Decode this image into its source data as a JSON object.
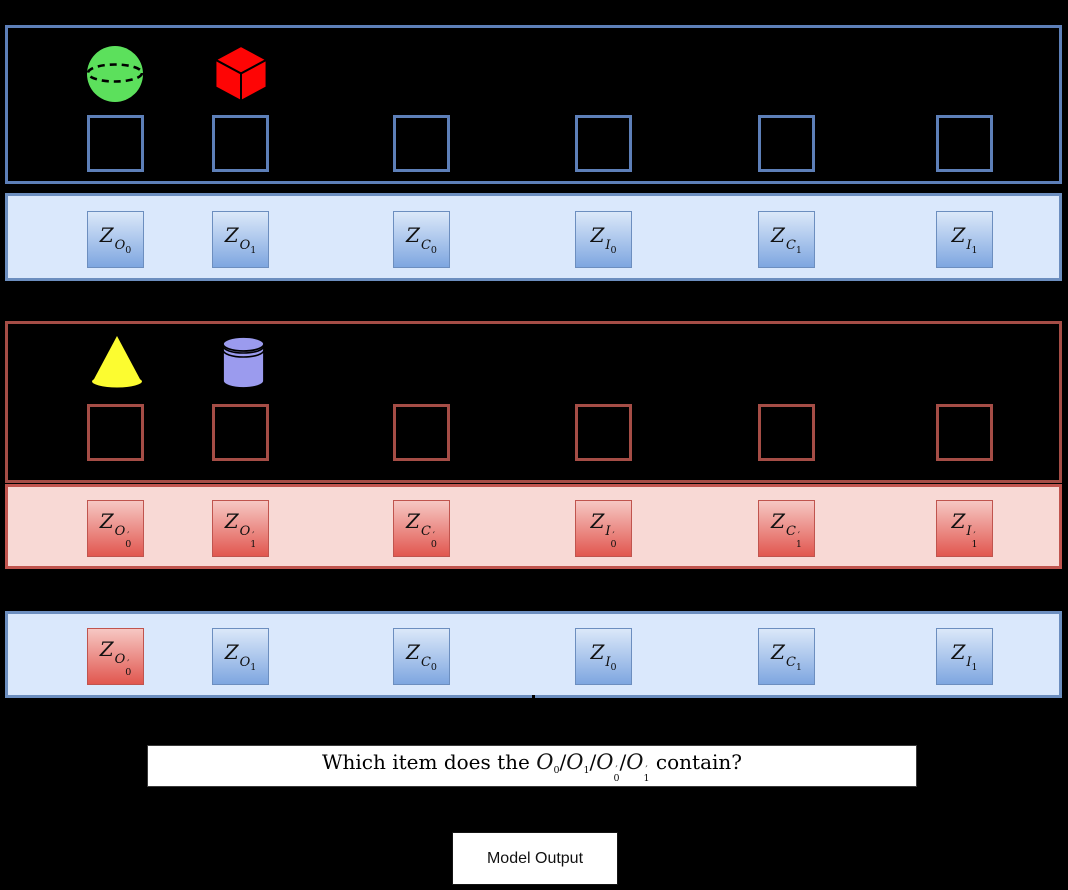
{
  "background": "#000000",
  "palette": {
    "blue_panel_stroke": "#5d7fb8",
    "blue_token_stroke": "#6c8ebf",
    "blue_row_fill": "#dae8fc",
    "blue_grad_top": "#dbe8f9",
    "blue_grad_bottom": "#7ea6e0",
    "red_panel_stroke": "#a54d46",
    "red_token_stroke": "#c0544e",
    "pink_row_fill": "#f8d9d5",
    "red_grad_top": "#f6c7c3",
    "red_grad_bottom": "#e1574f",
    "sphere_green": "#5ce05c",
    "cube_red": "#fe0505",
    "cone_yellow": "#fcfc30",
    "cylinder_purple": "#9b9bee",
    "outline_black": "#000000"
  },
  "scene_panels": [
    {
      "name": "original-scene",
      "theme": "blue",
      "objects": [
        {
          "shape": "sphere",
          "color_key": "sphere_green"
        },
        {
          "shape": "cube",
          "color_key": "cube_red"
        }
      ],
      "slot_count": 6
    },
    {
      "name": "modified-scene",
      "theme": "red",
      "objects": [
        {
          "shape": "cone",
          "color_key": "cone_yellow"
        },
        {
          "shape": "cylinder",
          "color_key": "cylinder_purple"
        }
      ],
      "slot_count": 6
    }
  ],
  "token_rows": [
    {
      "name": "original-tokens",
      "theme": "blue",
      "tokens": [
        {
          "base": "Z",
          "sub": "O",
          "index": "0",
          "prime": false,
          "theme": "blue"
        },
        {
          "base": "Z",
          "sub": "O",
          "index": "1",
          "prime": false,
          "theme": "blue"
        },
        {
          "base": "Z",
          "sub": "C",
          "index": "0",
          "prime": false,
          "theme": "blue"
        },
        {
          "base": "Z",
          "sub": "I",
          "index": "0",
          "prime": false,
          "theme": "blue"
        },
        {
          "base": "Z",
          "sub": "C",
          "index": "1",
          "prime": false,
          "theme": "blue"
        },
        {
          "base": "Z",
          "sub": "I",
          "index": "1",
          "prime": false,
          "theme": "blue"
        }
      ]
    },
    {
      "name": "modified-tokens",
      "theme": "pink",
      "tokens": [
        {
          "base": "Z",
          "sub": "O",
          "index": "0",
          "prime": true,
          "theme": "red"
        },
        {
          "base": "Z",
          "sub": "O",
          "index": "1",
          "prime": true,
          "theme": "red"
        },
        {
          "base": "Z",
          "sub": "C",
          "index": "0",
          "prime": true,
          "theme": "red"
        },
        {
          "base": "Z",
          "sub": "I",
          "index": "0",
          "prime": true,
          "theme": "red"
        },
        {
          "base": "Z",
          "sub": "C",
          "index": "1",
          "prime": true,
          "theme": "red"
        },
        {
          "base": "Z",
          "sub": "I",
          "index": "1",
          "prime": true,
          "theme": "red"
        }
      ]
    },
    {
      "name": "intervened-tokens",
      "theme": "blue",
      "tokens": [
        {
          "base": "Z",
          "sub": "O",
          "index": "0",
          "prime": true,
          "theme": "red"
        },
        {
          "base": "Z",
          "sub": "O",
          "index": "1",
          "prime": false,
          "theme": "blue"
        },
        {
          "base": "Z",
          "sub": "C",
          "index": "0",
          "prime": false,
          "theme": "blue"
        },
        {
          "base": "Z",
          "sub": "I",
          "index": "0",
          "prime": false,
          "theme": "blue"
        },
        {
          "base": "Z",
          "sub": "C",
          "index": "1",
          "prime": false,
          "theme": "blue"
        },
        {
          "base": "Z",
          "sub": "I",
          "index": "1",
          "prime": false,
          "theme": "blue"
        }
      ]
    }
  ],
  "question": {
    "prefix": "Which item does the ",
    "separator": "/",
    "targets": [
      {
        "letter": "O",
        "index": "0",
        "prime": false
      },
      {
        "letter": "O",
        "index": "1",
        "prime": false
      },
      {
        "letter": "O",
        "index": "0",
        "prime": true
      },
      {
        "letter": "O",
        "index": "1",
        "prime": true
      }
    ],
    "suffix": " contain?"
  },
  "model_output": {
    "label": "Model Output"
  }
}
